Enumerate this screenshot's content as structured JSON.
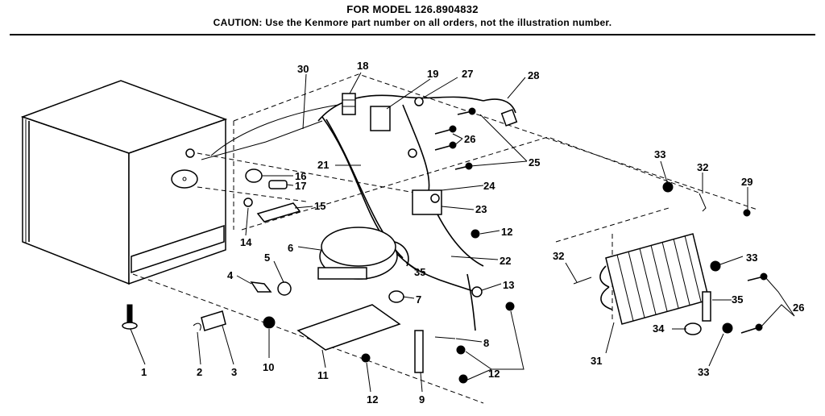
{
  "header": {
    "model_line": "FOR MODEL 126.8904832",
    "caution_line": "CAUTION: Use the Kenmore part number on all orders, not the illustration number."
  },
  "parts": {
    "p1": "1",
    "p2": "2",
    "p3": "3",
    "p4": "4",
    "p5": "5",
    "p6": "6",
    "p7": "7",
    "p8": "8",
    "p9": "9",
    "p10": "10",
    "p11": "11",
    "p12": "12",
    "p13": "13",
    "p14": "14",
    "p15": "15",
    "p16": "16",
    "p17": "17",
    "p18": "18",
    "p19": "19",
    "p21": "21",
    "p22": "22",
    "p23": "23",
    "p24": "24",
    "p25": "25",
    "p26": "26",
    "p27": "27",
    "p28": "28",
    "p29": "29",
    "p30": "30",
    "p31": "31",
    "p32": "32",
    "p33": "33",
    "p34": "34",
    "p35": "35"
  }
}
